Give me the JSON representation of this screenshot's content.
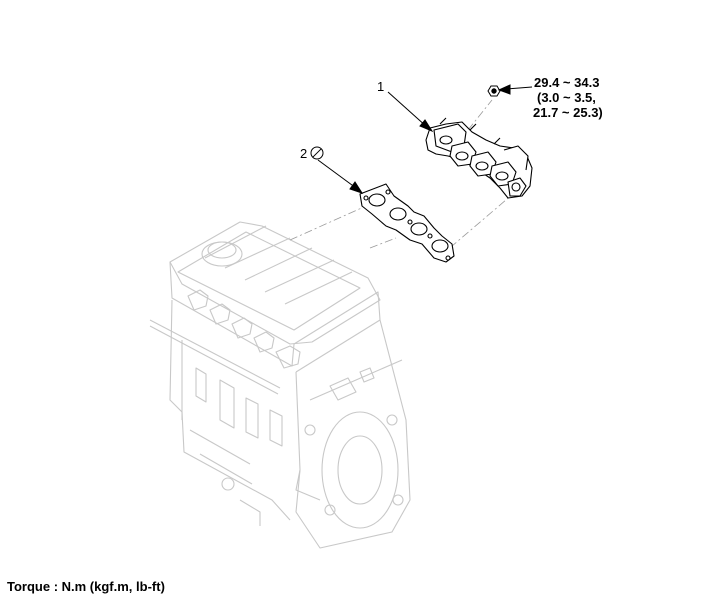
{
  "callouts": {
    "part1": "1",
    "part2": "2"
  },
  "torque_spec": {
    "line1": "29.4 ~ 34.3",
    "line2": "(3.0 ~ 3.5,",
    "line3": "21.7 ~ 25.3)"
  },
  "footer": {
    "torque_units": "Torque : N.m (kgf.m, lb-ft)"
  },
  "icons": {
    "replace_part": "no-reuse-icon"
  },
  "colors": {
    "line": "#000000",
    "engine_line": "#c8c8c8",
    "background": "#ffffff"
  }
}
